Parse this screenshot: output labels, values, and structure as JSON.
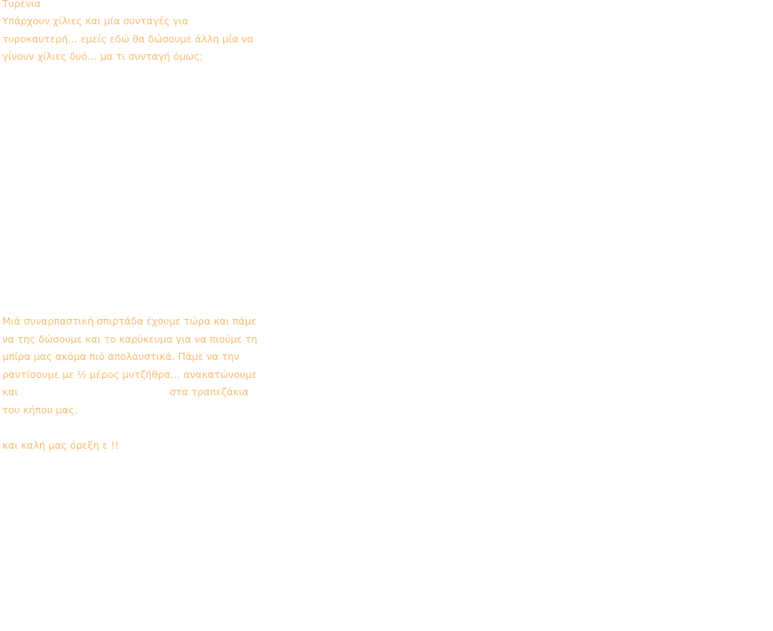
{
  "title": "Τυρένια",
  "intro": {
    "lines": [
      "Υπάρχουν χίλιες και μία συνταγές για",
      "τυροκαυτερή… εμείς εδώ θα δώσουμε άλλη μία να",
      "γίνουν χίλιες δυό… μα τι συνταγή όμως;"
    ]
  },
  "body": {
    "lines": [
      "Μιά συναρπαστική σπιρτάδα έχουμε τώρα και πάμε",
      "να της δώσουμε και το καρύκευμα για να πιούμε τη",
      "μπίρα μας ακόμα πιό απολαυστικά. Πάμε να την",
      "ραντίσουμε με ½ μέρος μυτζήθρα… ανακατώνουμε"
    ],
    "gap_line_start": "και",
    "gap_line_end": "στα τραπεζάκια",
    "last_line": "του κήπου μας.",
    "closing": "και καλή μας όρεξη ε !!"
  }
}
